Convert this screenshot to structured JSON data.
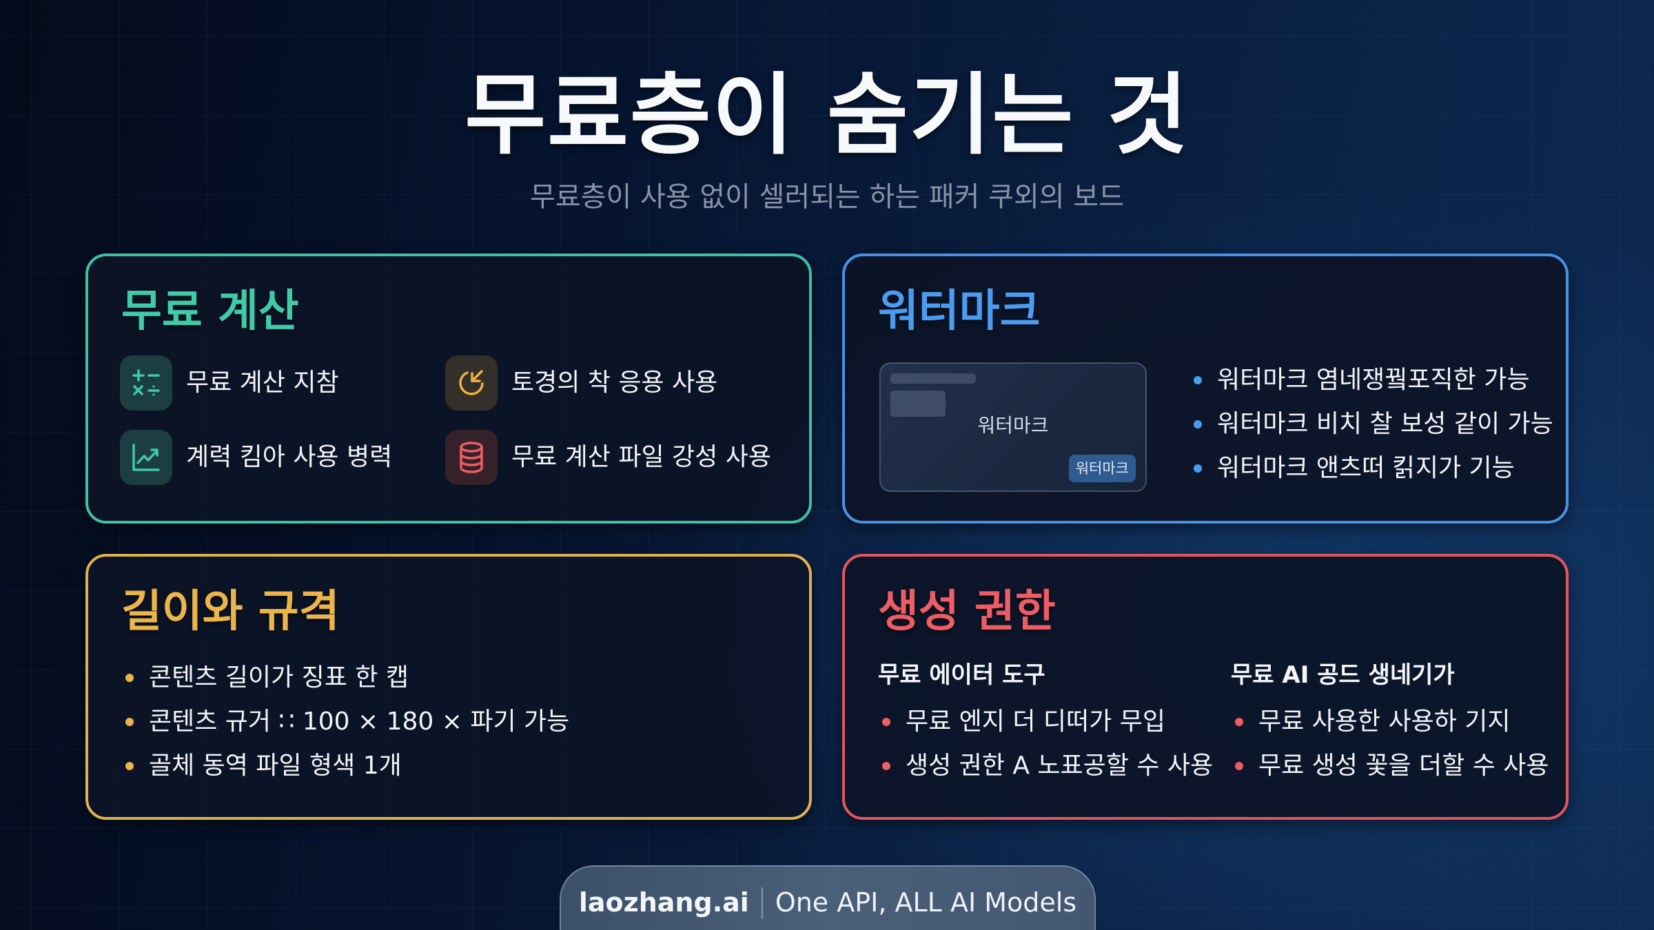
{
  "header": {
    "title": "무료층이 숨기는 것",
    "subtitle": "무료층이 사용 없이 셀러되는 하는 패커 쿠외의 보드"
  },
  "colors": {
    "teal": "#3fcaa9",
    "blue": "#4b9cf0",
    "amber": "#ebb54a",
    "red": "#ee5c64",
    "background_dark": "#040b1b",
    "background_blue": "#0d2a52"
  },
  "cards": {
    "free_compute": {
      "title": "무료 계산",
      "features": [
        {
          "icon": "calculator-icon",
          "label": "무료 계산 지참"
        },
        {
          "icon": "refresh-arrow-icon",
          "label": "토경의 착 응용 사용"
        },
        {
          "icon": "trend-chart-icon",
          "label": "계력 킴아 사용 병력"
        },
        {
          "icon": "database-icon",
          "label": "무료 계산 파일 강성 사용"
        }
      ]
    },
    "watermark": {
      "title": "워터마크",
      "preview": {
        "center_text": "워터마크",
        "badge_text": "워터마크"
      },
      "bullets": [
        "워터마크 염네쟁꿬포직한 가능",
        "워터마크 비치 찰 보성 같이 가능",
        "워터마크 앤츠떠 킭지가 기능"
      ]
    },
    "length_spec": {
      "title": "길이와 규격",
      "bullets": [
        "콘텐츠 길이가 징표 한 캡",
        "콘텐츠 규거 ∷ 100 × 180 × 파기 가능",
        "골체 동역 파일 형색 1개"
      ]
    },
    "generation_rights": {
      "title": "생성 권한",
      "columns": [
        {
          "heading": "무료 에이터 도구",
          "bullets": [
            "무료 엔지 더 디떠가 무입",
            "생성 권한 A 노표공할 수 사용"
          ]
        },
        {
          "heading": "무료 AI 공드 생네기가",
          "bullets": [
            "무료 사용한 사용하 기지",
            "무료 생성 꽃을 더할 수 사용"
          ]
        }
      ]
    }
  },
  "footer": {
    "brand": "laozhang.ai",
    "tagline": "One API, ALL AI Models"
  }
}
